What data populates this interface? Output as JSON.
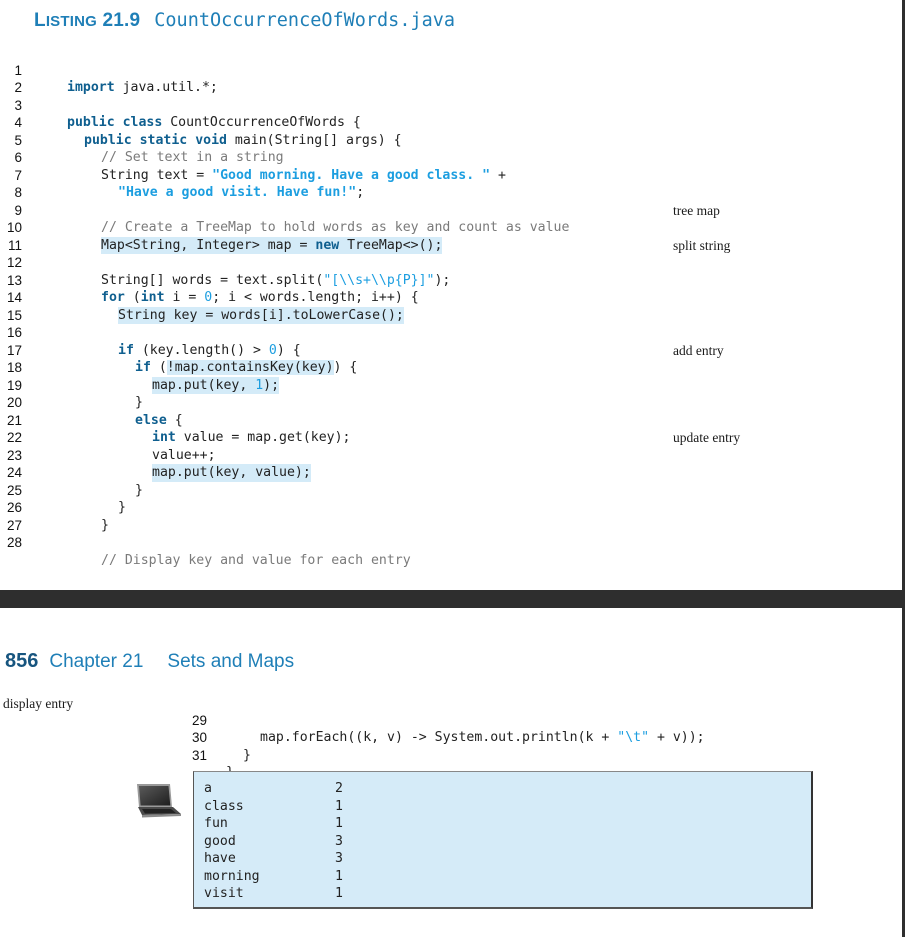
{
  "listing": {
    "label_first": "L",
    "label_rest": "ISTING",
    "number": "21.9",
    "filename": "CountOccurrenceOfWords.java"
  },
  "code_lines": [
    {
      "n": "1"
    },
    {
      "n": "2"
    },
    {
      "n": "3"
    },
    {
      "n": "4"
    },
    {
      "n": "5"
    },
    {
      "n": "6"
    },
    {
      "n": "7"
    },
    {
      "n": "8"
    },
    {
      "n": "9"
    },
    {
      "n": "10"
    },
    {
      "n": "11"
    },
    {
      "n": "12"
    },
    {
      "n": "13"
    },
    {
      "n": "14"
    },
    {
      "n": "15"
    },
    {
      "n": "16"
    },
    {
      "n": "17"
    },
    {
      "n": "18"
    },
    {
      "n": "19"
    },
    {
      "n": "20"
    },
    {
      "n": "21"
    },
    {
      "n": "22"
    },
    {
      "n": "23"
    },
    {
      "n": "24"
    },
    {
      "n": "25"
    },
    {
      "n": "26"
    },
    {
      "n": "27"
    },
    {
      "n": "28"
    }
  ],
  "code": {
    "l1_kw": "import",
    "l1_rest": " java.util.*;",
    "l3_kw1": "public",
    "l3_kw2": "class",
    "l3_rest": " CountOccurrenceOfWords {",
    "l4_kw1": "public",
    "l4_kw2": "static",
    "l4_kw3": "void",
    "l4_rest": " main(String[] args) {",
    "l5_comment": "// Set text in a string",
    "l6_pre": "String text = ",
    "l6_str": "\"Good morning. Have a good class. \"",
    "l6_post": " +",
    "l7_str": "\"Have a good visit. Have fun!\"",
    "l7_post": ";",
    "l9_comment": "// Create a TreeMap to hold words as key and count as value",
    "l10_a": "Map<String, Integer> map = ",
    "l10_kw": "new",
    "l10_b": " TreeMap<>();",
    "l12_pre": "String[] words = text.split(",
    "l12_str": "\"[\\\\s+\\\\p{P}]\"",
    "l12_post": ");",
    "l13_kw1": "for",
    "l13_a": " (",
    "l13_kw2": "int",
    "l13_b": " i = ",
    "l13_num": "0",
    "l13_c": "; i < words.length; i++) {",
    "l14": "String key = words[i].toLowerCase();",
    "l16_kw": "if",
    "l16_a": " (key.length() > ",
    "l16_num": "0",
    "l16_b": ") {",
    "l17_kw": "if",
    "l17_a": " (",
    "l17_hl": "!map.containsKey(key)",
    "l17_b": ") {",
    "l18_a": "map.put(key, ",
    "l18_num": "1",
    "l18_b": ");",
    "l19": "}",
    "l20_kw": "else",
    "l20_rest": " {",
    "l21_kw": "int",
    "l21_rest": " value = map.get(key);",
    "l22": "value++;",
    "l23": "map.put(key, value);",
    "l24": "}",
    "l25": "}",
    "l26": "}",
    "l28_comment": "// Display key and value for each entry",
    "l29_n": "29",
    "l29_a": "map.forEach((k, v) -> System.out.println(k + ",
    "l29_str": "\"\\t\"",
    "l29_b": " + v));",
    "l30_n": "30",
    "l30": "}",
    "l31_n": "31",
    "l31": "}"
  },
  "margin_notes": {
    "tree_map": "tree map",
    "split_string": "split string",
    "add_entry": "add entry",
    "update_entry": "update entry",
    "display_entry": "display entry"
  },
  "chapter_header": {
    "page_number": "856",
    "chapter_label": "Chapter 21",
    "chapter_title": "Sets and Maps"
  },
  "output": {
    "icon": "laptop-icon",
    "rows": [
      {
        "key": "a",
        "value": "2"
      },
      {
        "key": "class",
        "value": "1"
      },
      {
        "key": "fun",
        "value": "1"
      },
      {
        "key": "good",
        "value": "3"
      },
      {
        "key": "have",
        "value": "3"
      },
      {
        "key": "morning",
        "value": "1"
      },
      {
        "key": "visit",
        "value": "1"
      }
    ]
  },
  "colors": {
    "accent_blue": "#1f7fb7",
    "keyword": "#0f5f8f",
    "string_literal": "#1c9ee0",
    "comment": "#7a7a7a",
    "highlight": "#d4ebf8",
    "output_bg": "#d5ebf8",
    "page_gap": "#2e2e2e"
  }
}
